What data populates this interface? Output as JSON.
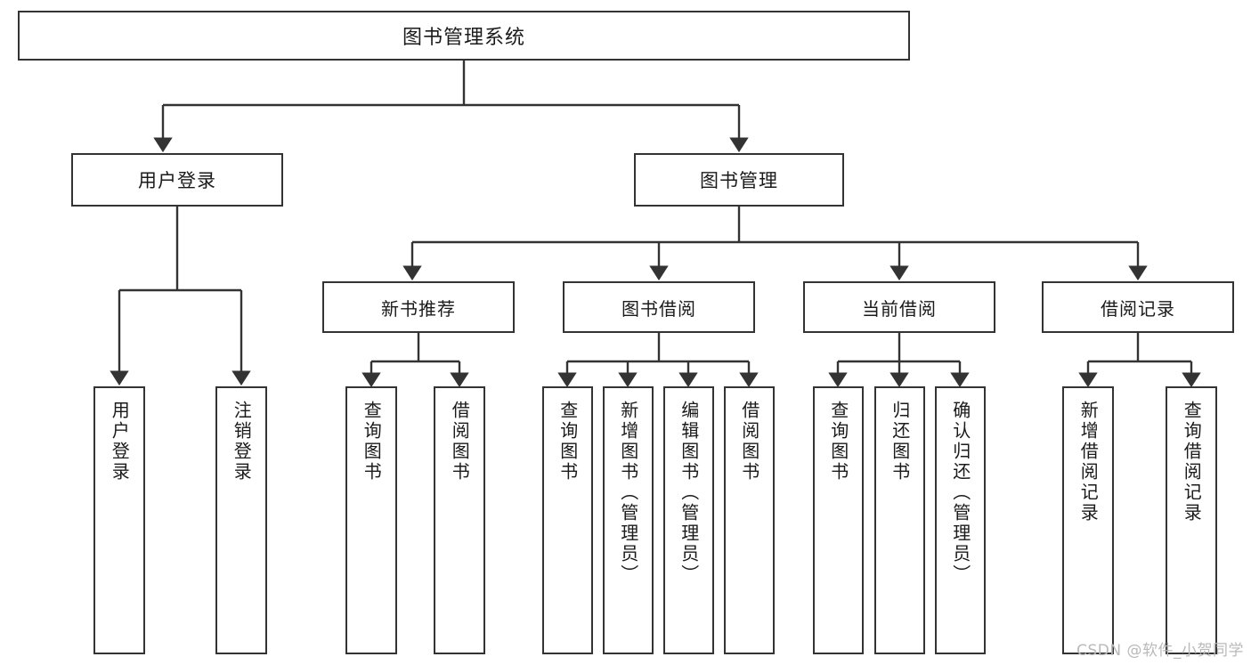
{
  "diagram": {
    "title": "图书管理系统",
    "type": "tree",
    "watermark": "CSDN @软件_小贺同学",
    "colors": {
      "box_border": "#333333",
      "box_fill": "#ffffff",
      "connector": "#333333",
      "text": "#1a1a1a",
      "watermark": "#b9b9b9"
    },
    "root": {
      "label": "图书管理系统"
    },
    "level2": [
      {
        "label": "用户登录"
      },
      {
        "label": "图书管理"
      }
    ],
    "level3": [
      {
        "label": "新书推荐"
      },
      {
        "label": "图书借阅"
      },
      {
        "label": "当前借阅"
      },
      {
        "label": "借阅记录"
      }
    ],
    "leaves": {
      "user_login": [
        {
          "label": "用户登录"
        },
        {
          "label": "注销登录"
        }
      ],
      "new_book_recommend": [
        {
          "label": "查询图书"
        },
        {
          "label": "借阅图书"
        }
      ],
      "book_borrow": [
        {
          "label": "查询图书"
        },
        {
          "label": "新增图书（管理员）"
        },
        {
          "label": "编辑图书（管理员）"
        },
        {
          "label": "借阅图书"
        }
      ],
      "current_borrow": [
        {
          "label": "查询图书"
        },
        {
          "label": "归还图书"
        },
        {
          "label": "确认归还（管理员）"
        }
      ],
      "borrow_record": [
        {
          "label": "新增借阅记录"
        },
        {
          "label": "查询借阅记录"
        }
      ]
    }
  },
  "chart_data": {
    "type": "table",
    "title": "图书管理系统 功能结构图",
    "nodes": [
      {
        "id": "root",
        "label": "图书管理系统",
        "level": 0,
        "parent": null
      },
      {
        "id": "n-user-login",
        "label": "用户登录",
        "level": 1,
        "parent": "root"
      },
      {
        "id": "n-book-mgmt",
        "label": "图书管理",
        "level": 1,
        "parent": "root"
      },
      {
        "id": "n-new-recommend",
        "label": "新书推荐",
        "level": 2,
        "parent": "n-book-mgmt"
      },
      {
        "id": "n-book-borrow",
        "label": "图书借阅",
        "level": 2,
        "parent": "n-book-mgmt"
      },
      {
        "id": "n-current-borrow",
        "label": "当前借阅",
        "level": 2,
        "parent": "n-book-mgmt"
      },
      {
        "id": "n-borrow-record",
        "label": "借阅记录",
        "level": 2,
        "parent": "n-book-mgmt"
      },
      {
        "id": "l-login-1",
        "label": "用户登录",
        "level": 2,
        "parent": "n-user-login"
      },
      {
        "id": "l-login-2",
        "label": "注销登录",
        "level": 2,
        "parent": "n-user-login"
      },
      {
        "id": "l-rec-1",
        "label": "查询图书",
        "level": 3,
        "parent": "n-new-recommend"
      },
      {
        "id": "l-rec-2",
        "label": "借阅图书",
        "level": 3,
        "parent": "n-new-recommend"
      },
      {
        "id": "l-borrow-1",
        "label": "查询图书",
        "level": 3,
        "parent": "n-book-borrow"
      },
      {
        "id": "l-borrow-2",
        "label": "新增图书（管理员）",
        "level": 3,
        "parent": "n-book-borrow"
      },
      {
        "id": "l-borrow-3",
        "label": "编辑图书（管理员）",
        "level": 3,
        "parent": "n-book-borrow"
      },
      {
        "id": "l-borrow-4",
        "label": "借阅图书",
        "level": 3,
        "parent": "n-book-borrow"
      },
      {
        "id": "l-cur-1",
        "label": "查询图书",
        "level": 3,
        "parent": "n-current-borrow"
      },
      {
        "id": "l-cur-2",
        "label": "归还图书",
        "level": 3,
        "parent": "n-current-borrow"
      },
      {
        "id": "l-cur-3",
        "label": "确认归还（管理员）",
        "level": 3,
        "parent": "n-current-borrow"
      },
      {
        "id": "l-rec2-1",
        "label": "新增借阅记录",
        "level": 3,
        "parent": "n-borrow-record"
      },
      {
        "id": "l-rec2-2",
        "label": "查询借阅记录",
        "level": 3,
        "parent": "n-borrow-record"
      }
    ]
  }
}
